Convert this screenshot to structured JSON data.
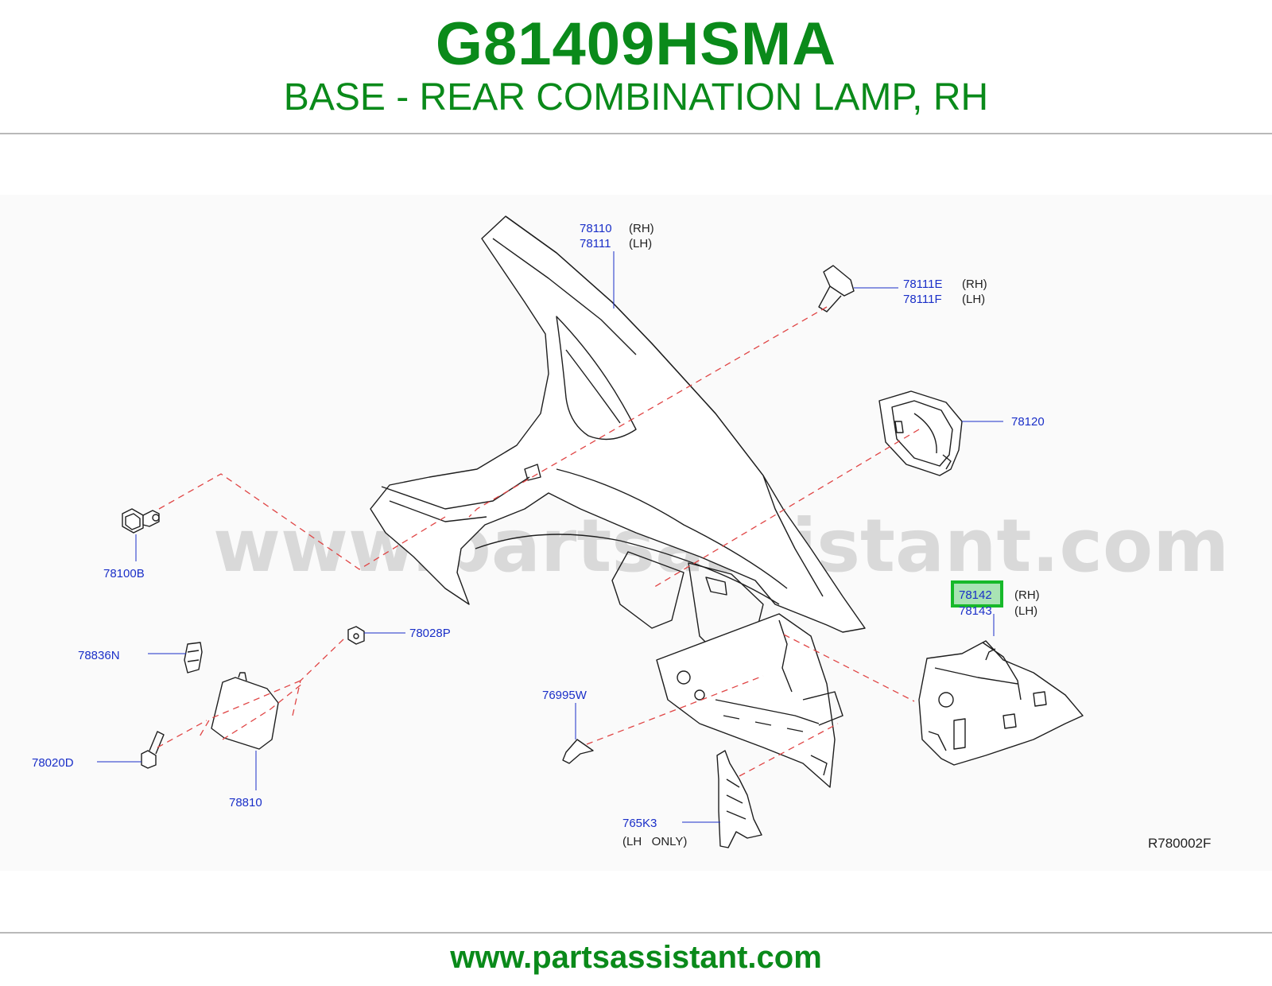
{
  "header": {
    "part_number": "G81409HSMA",
    "description": "BASE - REAR COMBINATION LAMP, RH"
  },
  "diagram": {
    "watermark": "www.partsassistant.com",
    "reference_code": "R780002F",
    "highlighted_part": "78142",
    "callouts": [
      {
        "id": "c-78110",
        "number": "78110",
        "side": "(RH)"
      },
      {
        "id": "c-78111",
        "number": "78111",
        "side": "(LH)"
      },
      {
        "id": "c-78111E",
        "number": "78111E",
        "side": "(RH)"
      },
      {
        "id": "c-78111F",
        "number": "78111F",
        "side": "(LH)"
      },
      {
        "id": "c-78120",
        "number": "78120",
        "side": ""
      },
      {
        "id": "c-78100B",
        "number": "78100B",
        "side": ""
      },
      {
        "id": "c-78142",
        "number": "78142",
        "side": "(RH)"
      },
      {
        "id": "c-78143",
        "number": "78143",
        "side": "(LH)"
      },
      {
        "id": "c-78028P",
        "number": "78028P",
        "side": ""
      },
      {
        "id": "c-78836N",
        "number": "78836N",
        "side": ""
      },
      {
        "id": "c-76995W",
        "number": "76995W",
        "side": ""
      },
      {
        "id": "c-78020D",
        "number": "78020D",
        "side": ""
      },
      {
        "id": "c-78810",
        "number": "78810",
        "side": ""
      },
      {
        "id": "c-765K3",
        "number": "765K3",
        "side": "(LH   ONLY)"
      }
    ]
  },
  "footer": {
    "url": "www.partsassistant.com"
  },
  "colors": {
    "brand_green": "#0a8a1a",
    "callout_blue": "#1a2fc8",
    "dash_red": "#e04545",
    "highlight_green": "#17b92a"
  }
}
